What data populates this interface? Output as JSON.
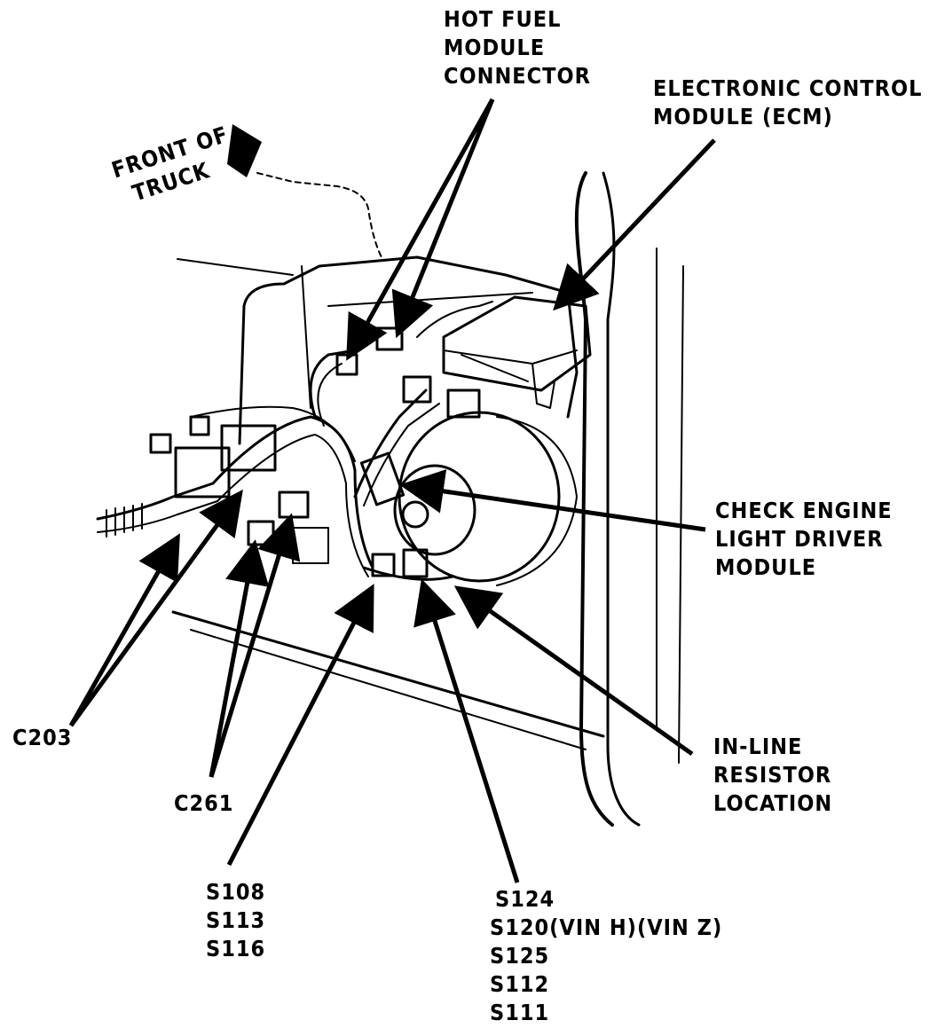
{
  "labels": {
    "hot_fuel": [
      "HOT FUEL",
      "MODULE",
      "CONNECTOR"
    ],
    "ecm": [
      "ELECTRONIC CONTROL",
      "MODULE (ECM)"
    ],
    "front": [
      "FRONT OF",
      "TRUCK"
    ],
    "check_engine": [
      "CHECK ENGINE",
      "LIGHT DRIVER",
      "MODULE"
    ],
    "c203": "C203",
    "c261": "C261",
    "inline": [
      "IN-LINE",
      "RESISTOR",
      "LOCATION"
    ],
    "s108_group": [
      "S108",
      "S113",
      "S116"
    ],
    "s124_group": [
      "S124",
      "S120(VIN H)(VIN Z)",
      "S125",
      "S112",
      "S111"
    ]
  },
  "colors": {
    "ink": "#000000",
    "paper": "#ffffff"
  }
}
